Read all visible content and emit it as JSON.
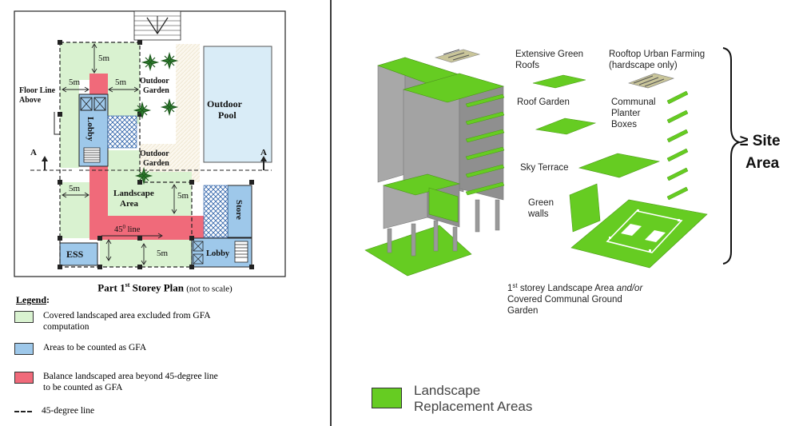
{
  "plan": {
    "dims": {
      "d1": "5m",
      "d2": "5m",
      "d3": "5m",
      "d4": "5m",
      "d5": "5m",
      "d6": "5m"
    },
    "labels": {
      "floor_line_1": "Floor Line",
      "floor_line_2": "Above",
      "outdoor_garden_top_1": "Outdoor",
      "outdoor_garden_top_2": "Garden",
      "outdoor_pool_1": "Outdoor",
      "outdoor_pool_2": "Pool",
      "outdoor_garden_mid_1": "Outdoor",
      "outdoor_garden_mid_2": "Garden",
      "lobby_vertical": "Lobby",
      "landscape_area_1": "Landscape",
      "landscape_area_2": "Area",
      "store": "Store",
      "line_45": "45",
      "line_45_sup": "0",
      "line_45_suffix": " line",
      "ess": "ESS",
      "lobby_bottom": "Lobby",
      "section_left": "A",
      "section_right": "A"
    },
    "caption": "Part 1",
    "caption_sup": "st",
    "caption_rest": " Storey Plan",
    "caption_note": "(not to scale)"
  },
  "legend": {
    "title": "Legend",
    "title_suffix": ":",
    "items": [
      {
        "text": "Covered landscaped area excluded from GFA computation",
        "color": "#d9f2d0"
      },
      {
        "text": "Areas to be counted as GFA",
        "color": "#9ec8ea"
      },
      {
        "text": "Balance landscaped area beyond 45-degree line to be counted as GFA",
        "color": "#f06a7a"
      },
      {
        "text": "45-degree line",
        "color": ""
      }
    ]
  },
  "iso": {
    "labels": {
      "extensive_1": "Extensive Green",
      "extensive_2": "Roofs",
      "rooftop_1": "Rooftop Urban Farming",
      "rooftop_2": "(hardscape only)",
      "roof_garden": "Roof Garden",
      "communal_1": "Communal",
      "communal_2": "Planter",
      "communal_3": "Boxes",
      "sky_terrace": "Sky Terrace",
      "green_walls_1": "Green",
      "green_walls_2": "walls",
      "ground_1": "1",
      "ground_1_sup": "st",
      "ground_1_rest": " storey Landscape Area ",
      "ground_1_and": "and/or",
      "ground_2": "Covered Communal Ground",
      "ground_3": "Garden",
      "site_1": "≥ Site",
      "site_2": "Area"
    },
    "key": {
      "line1": "Landscape",
      "line2": "Replacement Areas"
    },
    "colors": {
      "green": "#66cc22",
      "building": "#a3a3a3"
    }
  }
}
